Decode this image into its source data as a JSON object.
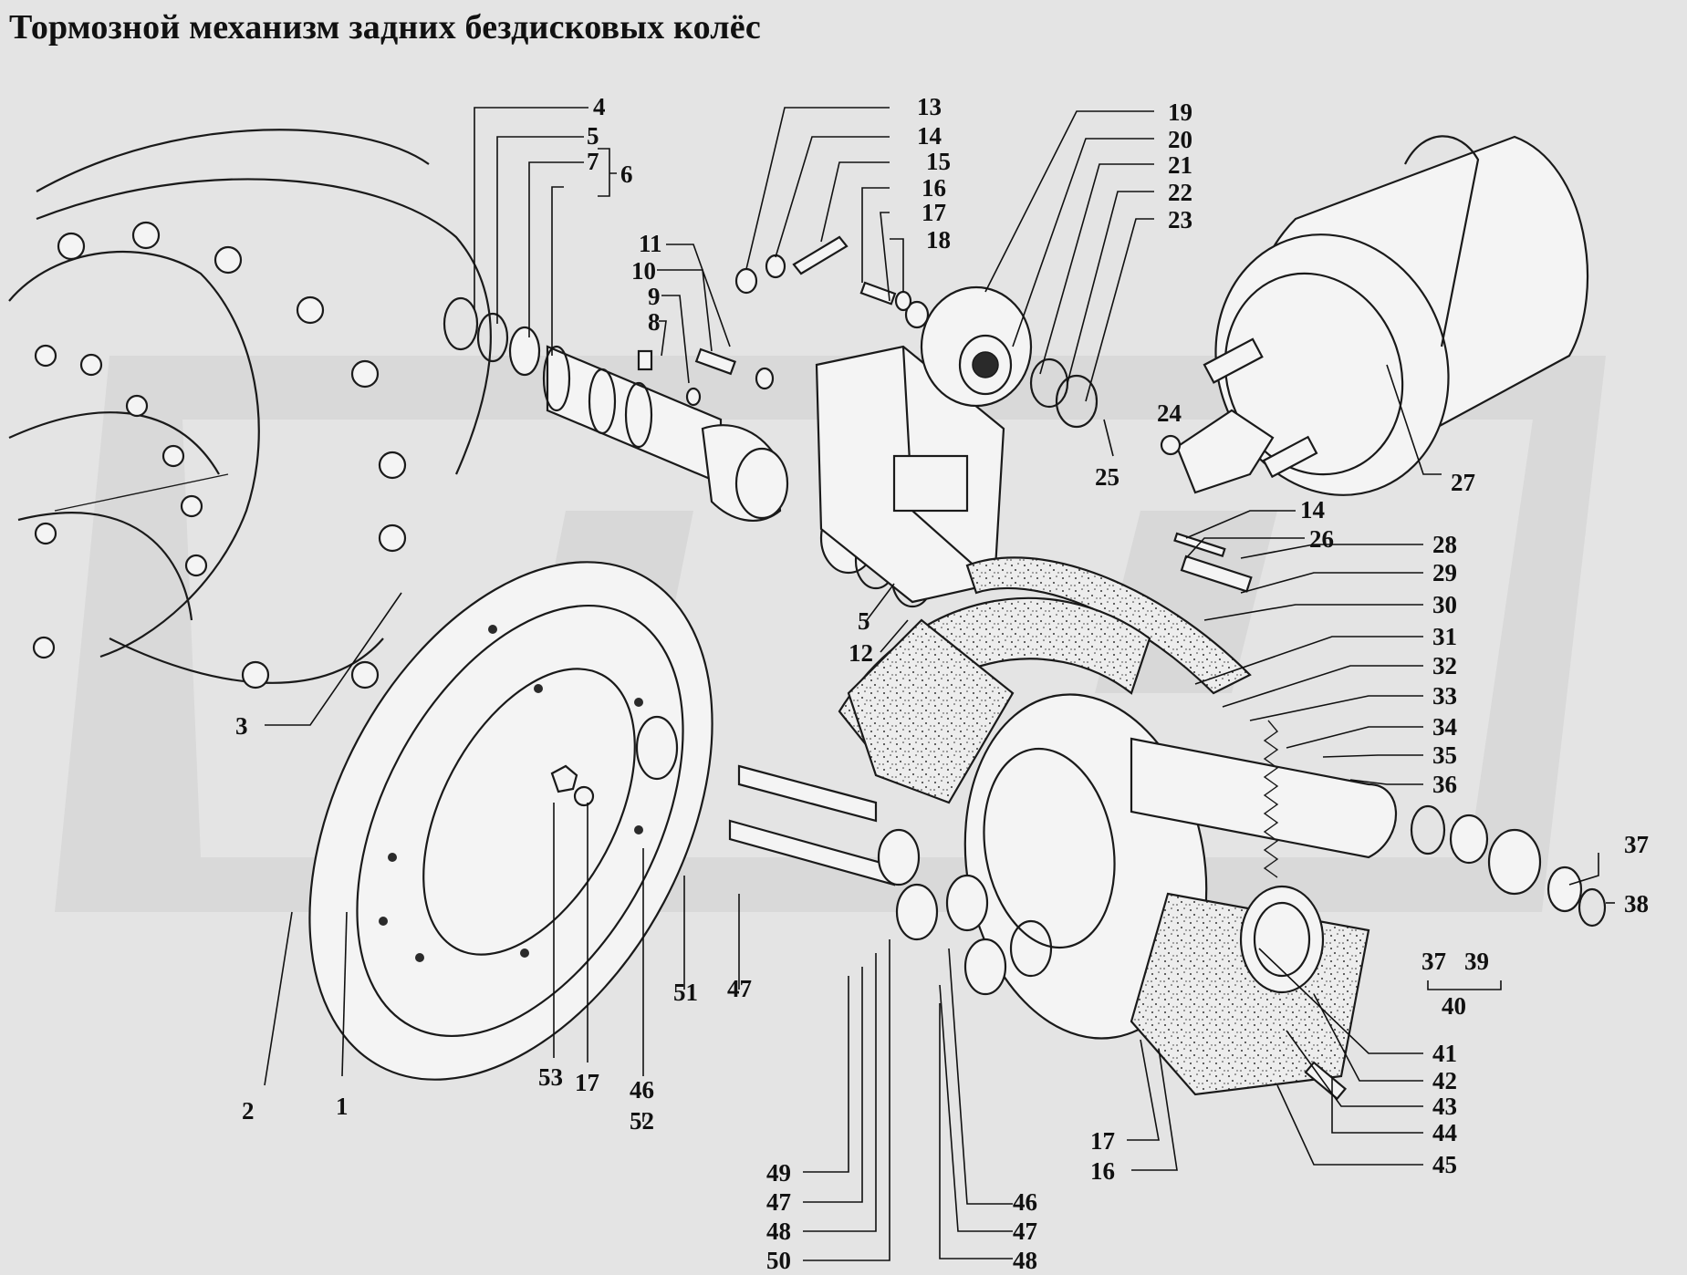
{
  "title": "Тормозной механизм задних бездисковых колёс",
  "callouts": [
    {
      "id": "c4",
      "text": "4"
    },
    {
      "id": "c5a",
      "text": "5"
    },
    {
      "id": "c7",
      "text": "7"
    },
    {
      "id": "c6",
      "text": "6"
    },
    {
      "id": "c13",
      "text": "13"
    },
    {
      "id": "c14a",
      "text": "14"
    },
    {
      "id": "c15",
      "text": "15"
    },
    {
      "id": "c16a",
      "text": "16"
    },
    {
      "id": "c17a",
      "text": "17"
    },
    {
      "id": "c18",
      "text": "18"
    },
    {
      "id": "c11",
      "text": "11"
    },
    {
      "id": "c10",
      "text": "10"
    },
    {
      "id": "c9",
      "text": "9"
    },
    {
      "id": "c8",
      "text": "8"
    },
    {
      "id": "c19",
      "text": "19"
    },
    {
      "id": "c20",
      "text": "20"
    },
    {
      "id": "c21",
      "text": "21"
    },
    {
      "id": "c22",
      "text": "22"
    },
    {
      "id": "c23",
      "text": "23"
    },
    {
      "id": "c24",
      "text": "24"
    },
    {
      "id": "c25",
      "text": "25"
    },
    {
      "id": "c27",
      "text": "27"
    },
    {
      "id": "c14b",
      "text": "14"
    },
    {
      "id": "c26",
      "text": "26"
    },
    {
      "id": "c28",
      "text": "28"
    },
    {
      "id": "c29",
      "text": "29"
    },
    {
      "id": "c30",
      "text": "30"
    },
    {
      "id": "c31",
      "text": "31"
    },
    {
      "id": "c32",
      "text": "32"
    },
    {
      "id": "c33",
      "text": "33"
    },
    {
      "id": "c34",
      "text": "34"
    },
    {
      "id": "c35",
      "text": "35"
    },
    {
      "id": "c36",
      "text": "36"
    },
    {
      "id": "c37a",
      "text": "37"
    },
    {
      "id": "c38",
      "text": "38"
    },
    {
      "id": "c37b",
      "text": "37"
    },
    {
      "id": "c39",
      "text": "39"
    },
    {
      "id": "c40",
      "text": "40"
    },
    {
      "id": "c41",
      "text": "41"
    },
    {
      "id": "c42",
      "text": "42"
    },
    {
      "id": "c43",
      "text": "43"
    },
    {
      "id": "c44",
      "text": "44"
    },
    {
      "id": "c45",
      "text": "45"
    },
    {
      "id": "c3",
      "text": "3"
    },
    {
      "id": "c5b",
      "text": "5"
    },
    {
      "id": "c12",
      "text": "12"
    },
    {
      "id": "c2",
      "text": "2"
    },
    {
      "id": "c1",
      "text": "1"
    },
    {
      "id": "c53",
      "text": "53"
    },
    {
      "id": "c17b",
      "text": "17"
    },
    {
      "id": "c46a",
      "text": "46"
    },
    {
      "id": "c52",
      "text": "52"
    },
    {
      "id": "c51",
      "text": "51"
    },
    {
      "id": "c47a",
      "text": "47"
    },
    {
      "id": "c49",
      "text": "49"
    },
    {
      "id": "c47b",
      "text": "47"
    },
    {
      "id": "c48a",
      "text": "48"
    },
    {
      "id": "c50",
      "text": "50"
    },
    {
      "id": "c46b",
      "text": "46"
    },
    {
      "id": "c47c",
      "text": "47"
    },
    {
      "id": "c48b",
      "text": "48"
    },
    {
      "id": "c17c",
      "text": "17"
    },
    {
      "id": "c16b",
      "text": "16"
    }
  ]
}
